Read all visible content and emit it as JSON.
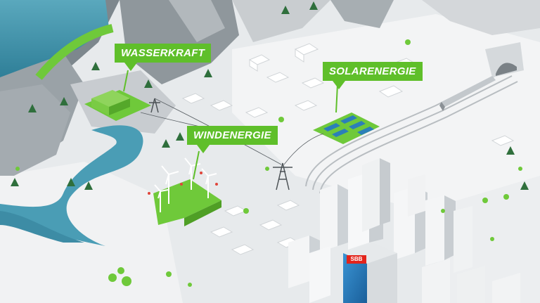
{
  "labels": {
    "hydro": "WASSERKRAFT",
    "solar": "SOLARENERGIE",
    "wind": "WINDENERGIE"
  },
  "station_logo": "SBB",
  "colors": {
    "accent_green": "#5fbf2a",
    "river": "#4a9db5",
    "lake": "#3e8fa8",
    "rock": "#8e969b",
    "snow": "#f4f5f6",
    "building": "#d9dde0",
    "hq_glass": "#2a7fc0"
  },
  "icons": [
    "dam-icon",
    "wind-turbine-icon",
    "solar-panel-icon",
    "pylon-icon",
    "tunnel-icon",
    "train-icon",
    "tree-icon",
    "sbb-logo-icon"
  ]
}
